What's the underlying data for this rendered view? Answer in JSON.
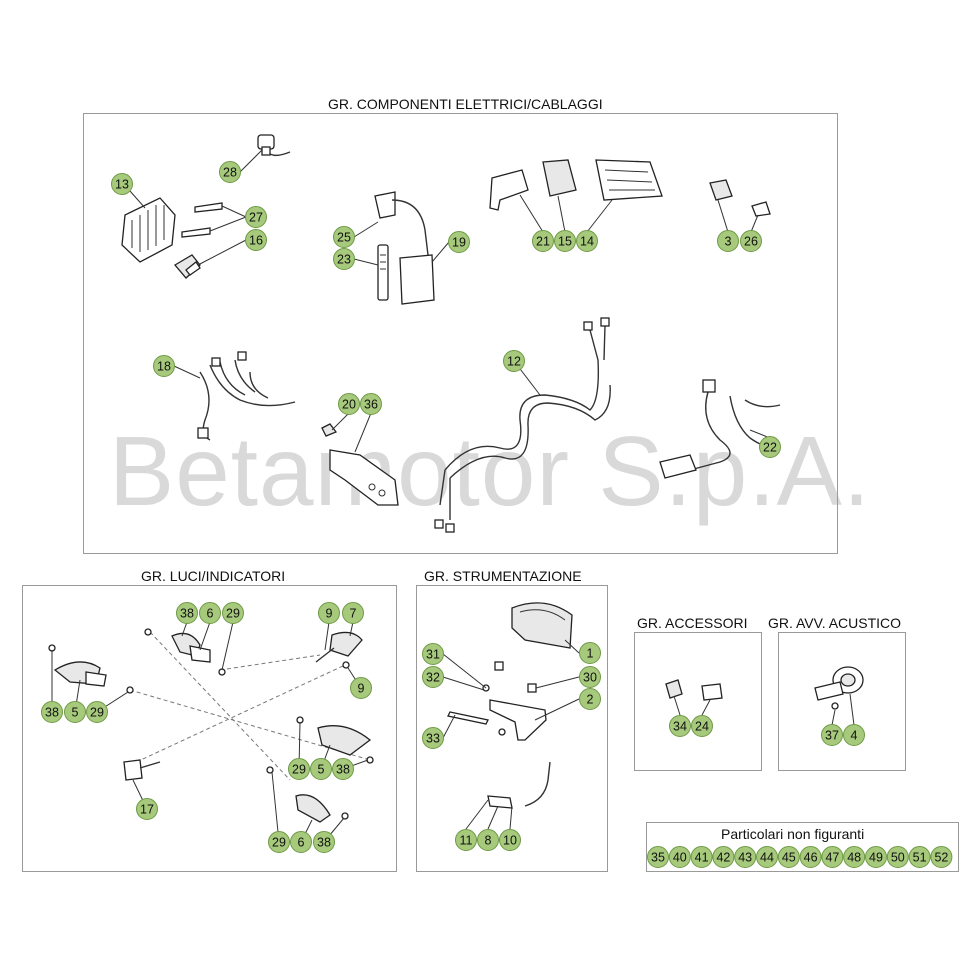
{
  "watermark": "Betamotor S.p.A.",
  "groups": {
    "electrical": {
      "title": "GR. COMPONENTI ELETTRICI/CABLAGGI"
    },
    "lights": {
      "title": "GR. LUCI/INDICATORI"
    },
    "instruments": {
      "title": "GR. STRUMENTAZIONE"
    },
    "accessories": {
      "title": "GR. ACCESSORI"
    },
    "horn": {
      "title": "GR. AVV. ACUSTICO"
    },
    "not_shown": {
      "title": "Particolari non figuranti",
      "numbers": [
        "35",
        "40",
        "41",
        "42",
        "43",
        "44",
        "45",
        "46",
        "47",
        "48",
        "49",
        "50",
        "51",
        "52"
      ]
    }
  },
  "callouts": {
    "electrical": [
      "28",
      "13",
      "27",
      "16",
      "25",
      "23",
      "19",
      "21",
      "15",
      "14",
      "3",
      "26",
      "18",
      "20",
      "36",
      "12",
      "22"
    ],
    "lights": [
      "38",
      "6",
      "29",
      "9",
      "7",
      "9",
      "38",
      "5",
      "29",
      "29",
      "5",
      "38",
      "17",
      "29",
      "6",
      "38"
    ],
    "instruments": [
      "31",
      "32",
      "33",
      "1",
      "30",
      "2",
      "11",
      "8",
      "10"
    ],
    "accessories": [
      "34",
      "24"
    ],
    "horn": [
      "37",
      "4"
    ]
  },
  "colors": {
    "callout_fill": "#a6c97c",
    "callout_stroke": "#6e9a45",
    "frame": "#9a9a9a",
    "watermark": "#d9d9d9"
  }
}
